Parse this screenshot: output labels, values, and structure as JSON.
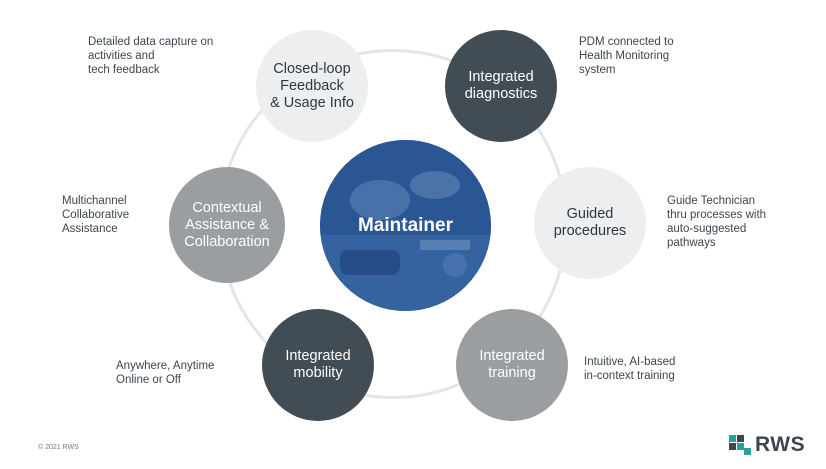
{
  "center": {
    "title": "Maintainer"
  },
  "nodes": {
    "feedback": {
      "label": "Closed-loop\nFeedback\n& Usage Info",
      "description": "Detailed data capture on\nactivities and\ntech feedback"
    },
    "diagnostics": {
      "label": "Integrated\ndiagnostics",
      "description": "PDM connected to\nHealth Monitoring\nsystem"
    },
    "guided": {
      "label": "Guided\nprocedures",
      "description": "Guide Technician\nthru processes with\nauto-suggested\npathways"
    },
    "training": {
      "label": "Integrated\ntraining",
      "description": "Intuitive, AI-based\nin-context training"
    },
    "mobility": {
      "label": "Integrated\nmobility",
      "description": "Anywhere, Anytime\nOnline or Off"
    },
    "contextual": {
      "label": "Contextual\nAssistance &\nCollaboration",
      "description": "Multichannel\nCollaborative\nAssistance"
    }
  },
  "footer": {
    "copyright": "© 2021 RWS",
    "logo": "RWS"
  },
  "colors": {
    "light": "#eceeef",
    "dark": "#414c55",
    "mid": "#9b9ea0",
    "center": "#2c5a98",
    "logo_mark": "#2aa198"
  }
}
